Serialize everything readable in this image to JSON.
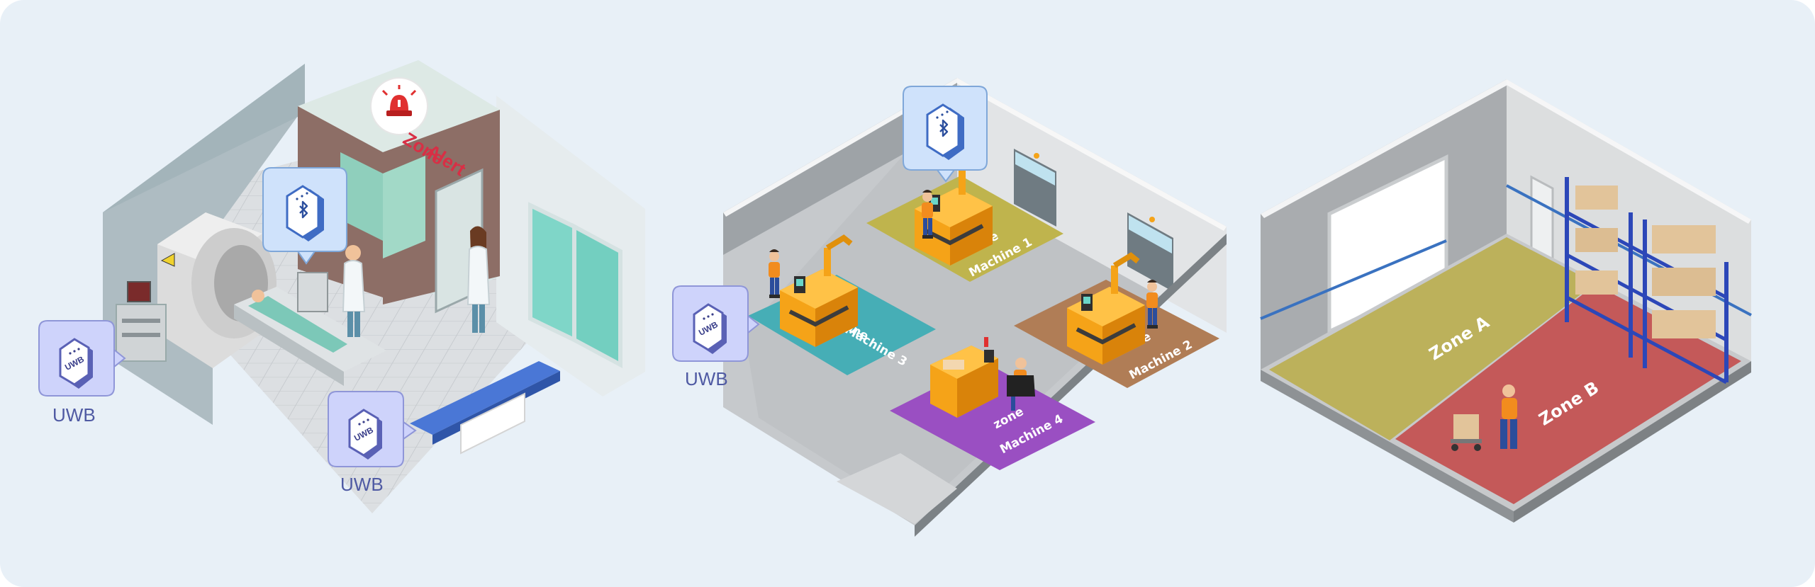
{
  "hospital": {
    "alert_lines": [
      "Zone",
      "Alert"
    ],
    "uwb_labels": [
      "UWB",
      "UWB"
    ]
  },
  "factory": {
    "uwb_label": "UWB",
    "zones": [
      {
        "line1": "zone",
        "line2": "Machine 1",
        "color": "#bfb44d"
      },
      {
        "line1": "zone",
        "line2": "Machine 2",
        "color": "#b07d56"
      },
      {
        "line1": "zone",
        "line2": "Machine 3",
        "color": "#46aeb6"
      },
      {
        "line1": "zone",
        "line2": "Machine 4",
        "color": "#9a4fc2"
      }
    ]
  },
  "warehouse": {
    "zones": [
      {
        "label": "Zone A",
        "color": "#bcb15b"
      },
      {
        "label": "Zone B",
        "color": "#c45959"
      }
    ]
  },
  "colors": {
    "background": "#e8f0f7",
    "uwb_tag": "#ced3fb",
    "ble_tag": "#cfe2fb",
    "alert_red": "#e03030",
    "machine_orange": "#f5a318"
  },
  "icons": [
    "bluetooth-icon",
    "uwb-icon",
    "siren-icon",
    "radiation-icon"
  ]
}
